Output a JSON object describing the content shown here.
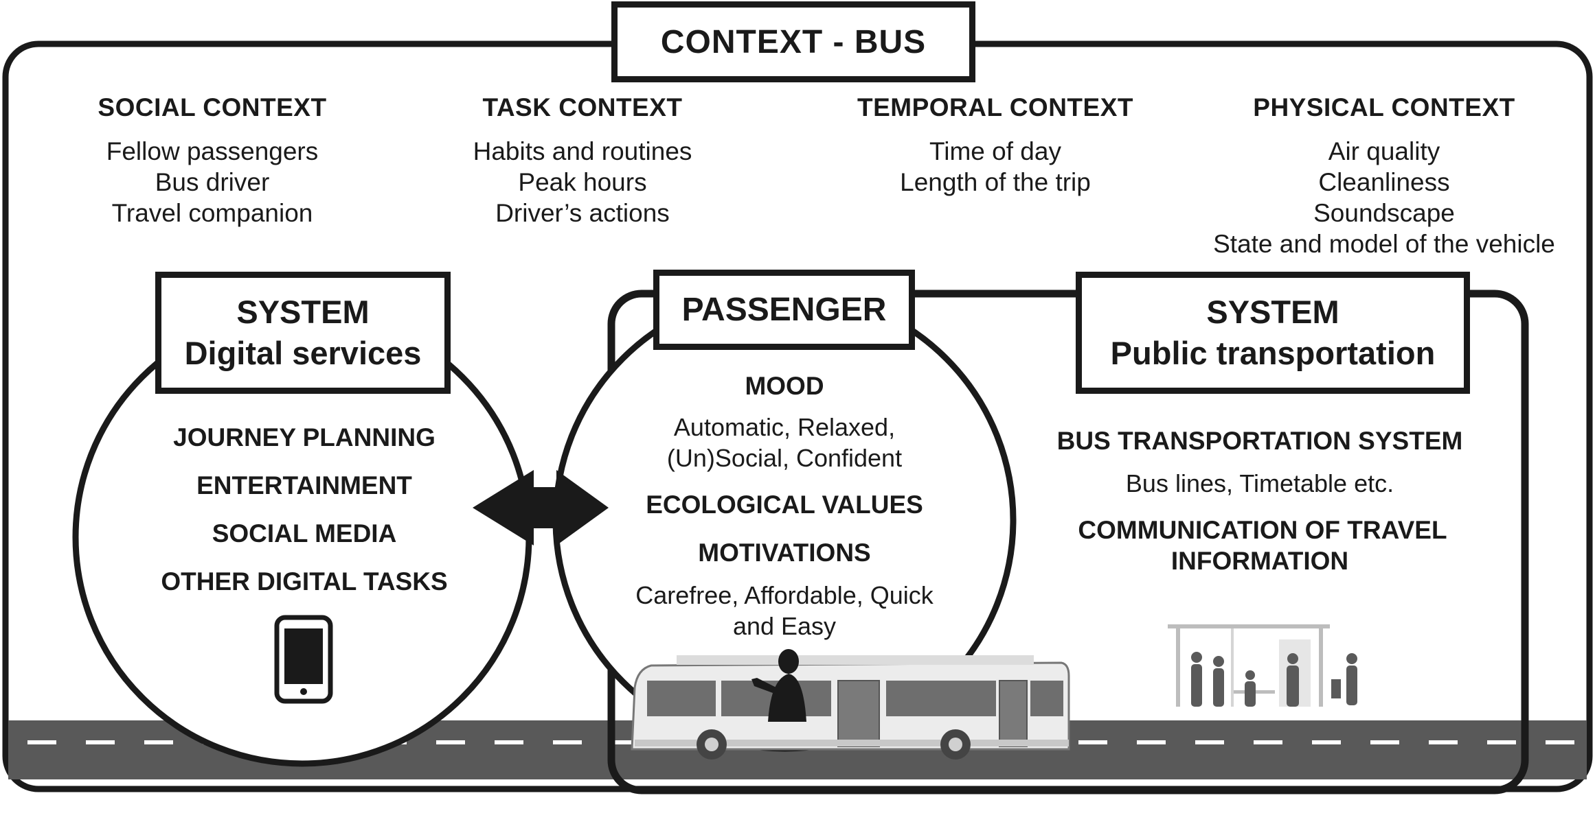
{
  "title": "CONTEXT - BUS",
  "contexts": [
    {
      "heading": "SOCIAL CONTEXT",
      "items": [
        "Fellow passengers",
        "Bus driver",
        "Travel companion"
      ]
    },
    {
      "heading": "TASK CONTEXT",
      "items": [
        "Habits and routines",
        "Peak hours",
        "Driver’s actions"
      ]
    },
    {
      "heading": "TEMPORAL CONTEXT",
      "items": [
        "Time of day",
        "Length of the trip"
      ]
    },
    {
      "heading": "PHYSICAL CONTEXT",
      "items": [
        "Air quality",
        "Cleanliness",
        "Soundscape",
        "State and model of the vehicle"
      ]
    }
  ],
  "digital": {
    "line1": "SYSTEM",
    "line2": "Digital services",
    "items": [
      "JOURNEY PLANNING",
      "ENTERTAINMENT",
      "SOCIAL MEDIA",
      "OTHER DIGITAL TASKS"
    ],
    "icon": "smartphone-icon"
  },
  "passenger": {
    "title": "PASSENGER",
    "mood_heading": "MOOD",
    "mood_items": [
      "Automatic, Relaxed,",
      "(Un)Social, Confident"
    ],
    "values_heading": "ECOLOGICAL VALUES",
    "motivations_heading": "MOTIVATIONS",
    "motivations_items": [
      "Carefree, Affordable, Quick",
      "and Easy"
    ]
  },
  "transport": {
    "line1": "SYSTEM",
    "line2": "Public transportation",
    "bts_heading": "BUS TRANSPORTATION SYSTEM",
    "bts_text": "Bus lines, Timetable etc.",
    "comm_line1": "COMMUNICATION OF TRAVEL",
    "comm_line2": "INFORMATION"
  },
  "icons": [
    "double-arrow-icon",
    "bus-icon",
    "passenger-silhouette-icon",
    "bus-stop-icon"
  ],
  "colors": {
    "ink": "#1a1a1a",
    "road": "#595959",
    "bus_window": "#6e6e6e",
    "shelter": "#bdbdbd"
  }
}
